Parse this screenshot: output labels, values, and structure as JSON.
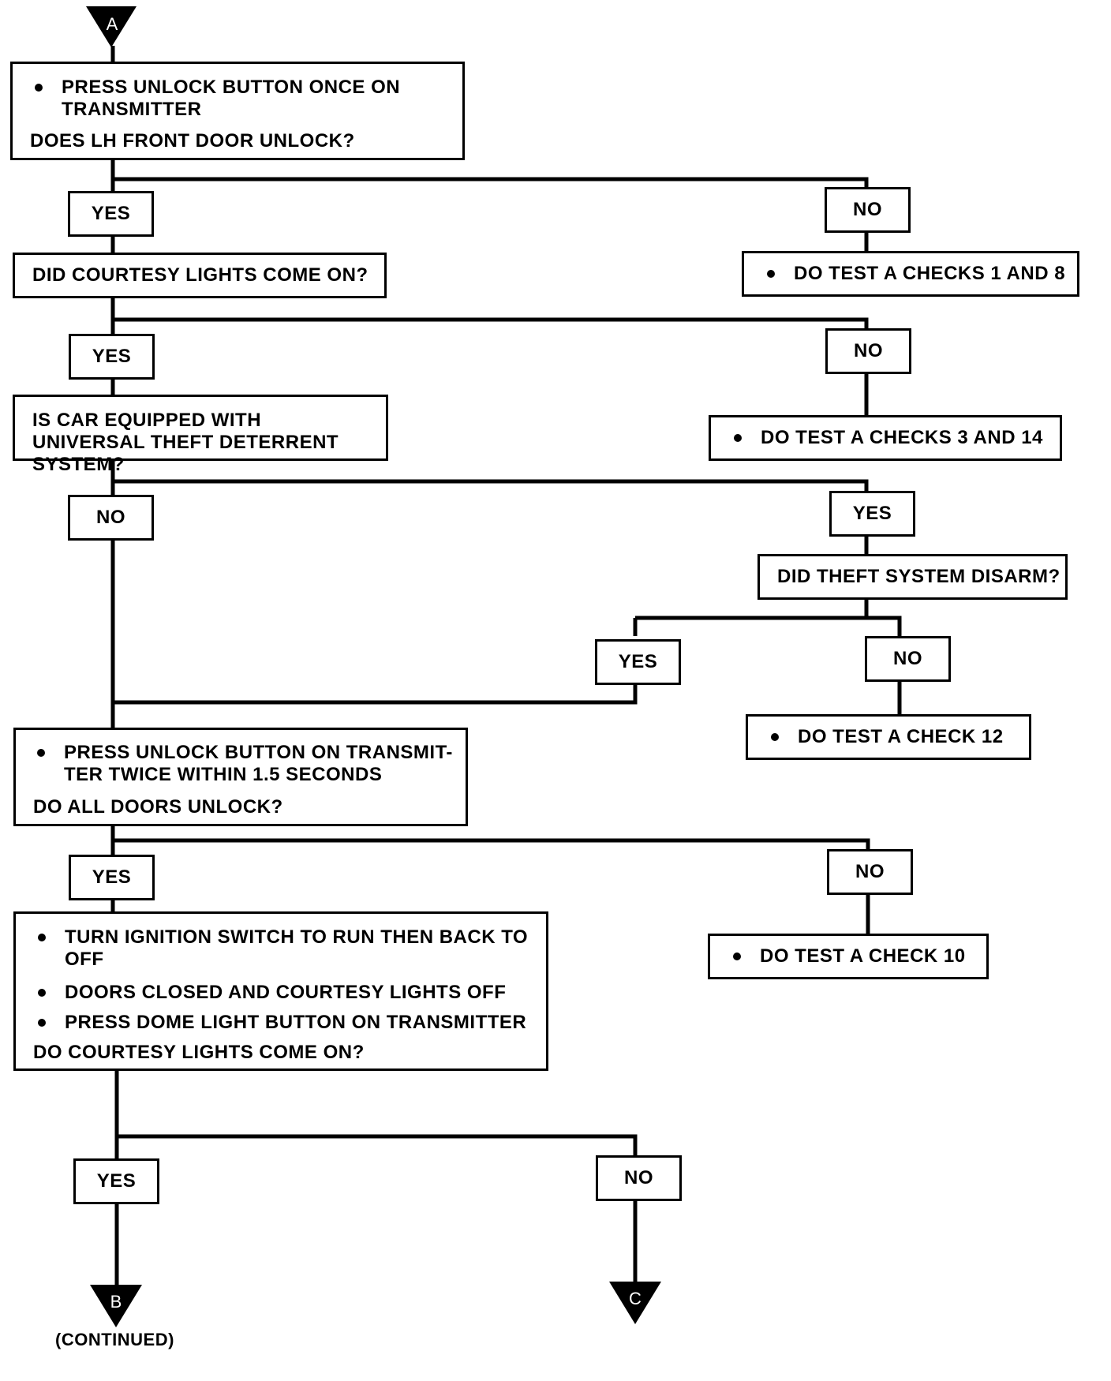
{
  "connectors": {
    "start": "A",
    "end_yes": "B",
    "end_no": "C",
    "continued": "(CONTINUED)"
  },
  "steps": {
    "s1": {
      "bullets": [
        "PRESS UNLOCK BUTTON ONCE ON TRANSMITTER"
      ],
      "question": "DOES LH FRONT DOOR UNLOCK?"
    },
    "s2": {
      "question": "DID COURTESY LIGHTS COME ON?"
    },
    "s3": {
      "question": "IS CAR EQUIPPED WITH UNIVERSAL THEFT DETERRENT SYSTEM?"
    },
    "s4": {
      "question": "DID THEFT SYSTEM DISARM?"
    },
    "s5": {
      "bullets": [
        "PRESS UNLOCK BUTTON ON TRANSMIT- TER TWICE WITHIN 1.5 SECONDS"
      ],
      "question": "DO ALL DOORS UNLOCK?"
    },
    "s6": {
      "bullets": [
        "TURN IGNITION SWITCH TO RUN THEN BACK TO OFF",
        "DOORS CLOSED AND COURTESY LIGHTS OFF",
        "PRESS DOME LIGHT BUTTON ON TRANSMITTER"
      ],
      "question": "DO COURTESY LIGHTS COME ON?"
    }
  },
  "actions": {
    "a1": "DO TEST A CHECKS 1 AND 8",
    "a2": "DO TEST A CHECKS 3 AND 14",
    "a3": "DO TEST A CHECK 12",
    "a4": "DO TEST A CHECK 10"
  },
  "labels": {
    "yes": "YES",
    "no": "NO"
  }
}
